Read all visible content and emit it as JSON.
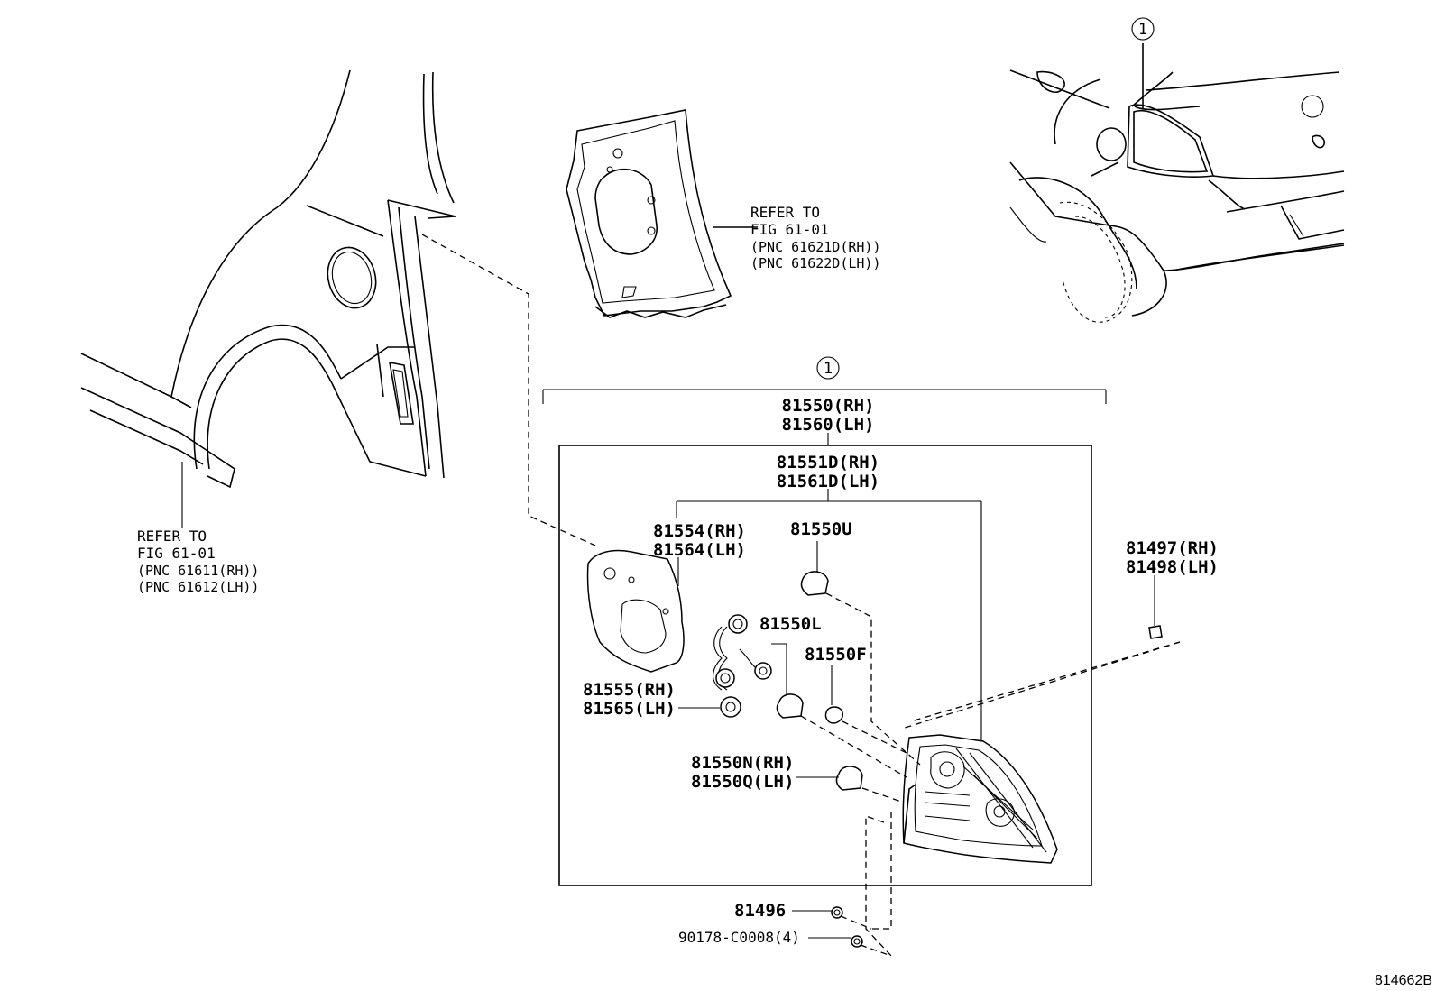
{
  "labels": {
    "lamp_rh": "81550(RH)",
    "lamp_lh": "81560(LH)",
    "lens_rh": "81551D(RH)",
    "lens_lh": "81561D(LH)",
    "gasket_rh": "81554(RH)",
    "gasket_lh": "81564(LH)",
    "bulb_u": "81550U",
    "bulb_l": "81550L",
    "bulb_f": "81550F",
    "socket_rh": "81555(RH)",
    "socket_lh": "81565(LH)",
    "bulb_n_rh": "81550N(RH)",
    "bulb_q_lh": "81550Q(LH)",
    "clip_rh": "81497(RH)",
    "clip_lh": "81498(LH)",
    "nut": "81496",
    "screw": "90178-C0008(4)",
    "callout_main": "1",
    "callout_car": "1",
    "figure_code": "814662B"
  },
  "refer_panel": {
    "line1": "REFER TO",
    "line2": "FIG 61-01",
    "line3": "(PNC 61621D(RH))",
    "line4": "(PNC 61622D(LH))"
  },
  "refer_fender": {
    "line1": "REFER TO",
    "line2": "FIG 61-01",
    "line3": "(PNC 61611(RH))",
    "line4": "(PNC 61612(LH))"
  }
}
